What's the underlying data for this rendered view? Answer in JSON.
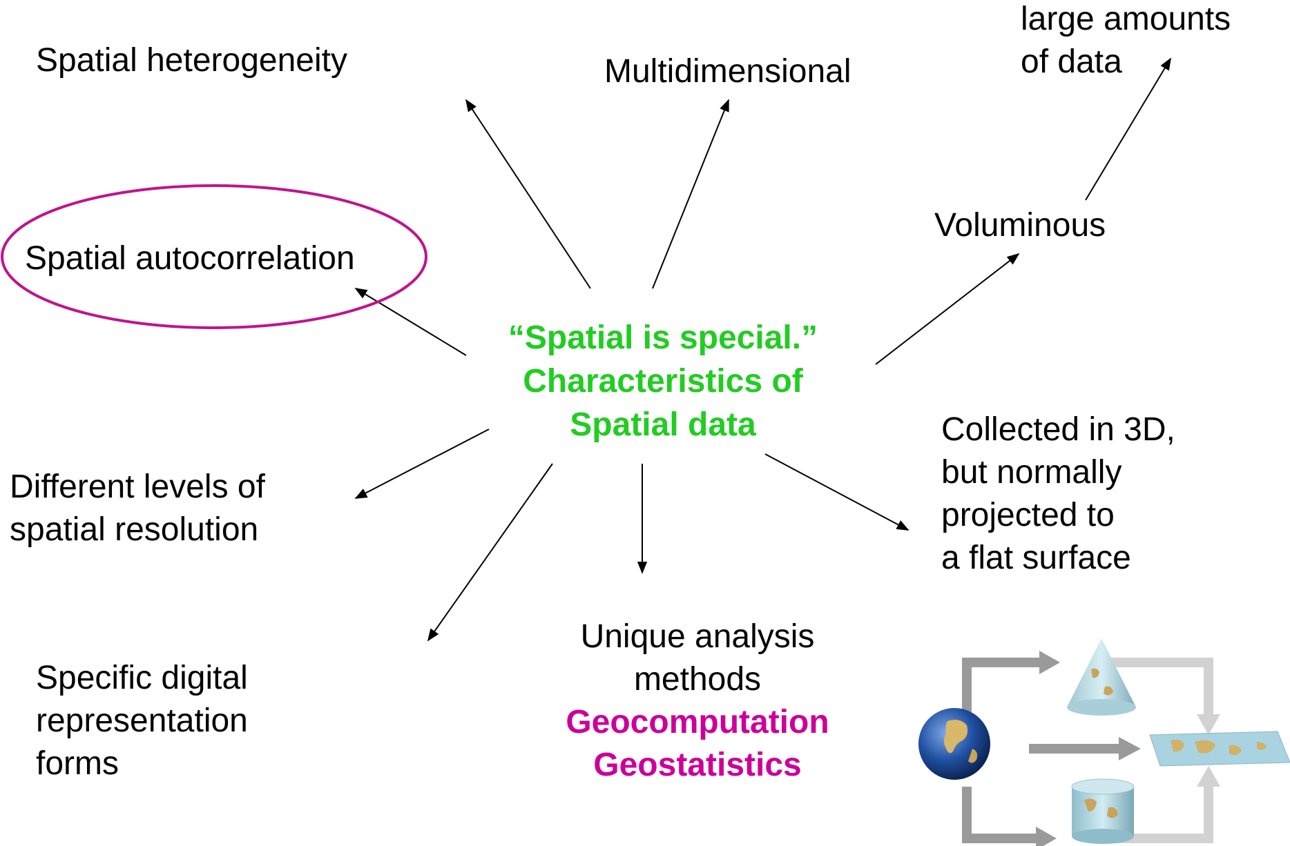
{
  "center": {
    "lines": [
      "“Spatial is special.”",
      "Characteristics of",
      "Spatial data"
    ],
    "color": "#22cc22"
  },
  "nodes": {
    "heterogeneity": "Spatial heterogeneity",
    "multidimensional": "Multidimensional",
    "volume": [
      "large amounts",
      "of data"
    ],
    "voluminous": "Voluminous",
    "autocorrelation": "Spatial autocorrelation",
    "resolution": [
      "Different levels of",
      "spatial resolution"
    ],
    "projection": [
      "Collected in 3D,",
      "but normally",
      "projected to",
      "a flat surface"
    ],
    "representation": [
      "Specific digital",
      "representation",
      "forms"
    ],
    "analysis": {
      "lines": [
        "Unique analysis",
        "methods"
      ],
      "highlight": [
        "Geocomputation",
        "Geostatistics"
      ],
      "highlight_color": "#cc0099"
    }
  },
  "emphasis": {
    "circled_node": "autocorrelation",
    "ellipse_color": "#c0148a"
  },
  "figure": {
    "name": "map-projection-illustration",
    "icons": [
      "globe-icon",
      "cone-projection-icon",
      "cylinder-projection-icon",
      "flat-map-icon"
    ]
  }
}
